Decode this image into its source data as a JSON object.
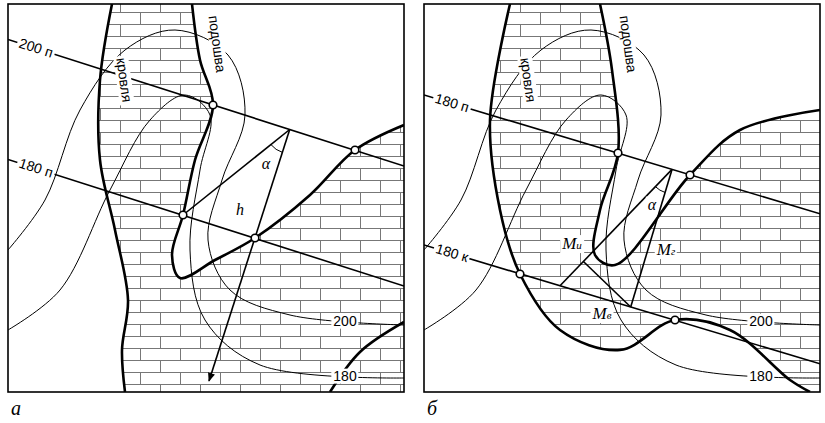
{
  "diagram": {
    "labels": [
      "подошва",
      "кровля",
      "200 п",
      "180 п",
      "α",
      "h",
      "200",
      "180",
      "а",
      "подошва",
      "кровля",
      "180 п",
      "180 к",
      "α",
      "Mи",
      "Mг",
      "Mв",
      "200",
      "180",
      "б"
    ]
  }
}
